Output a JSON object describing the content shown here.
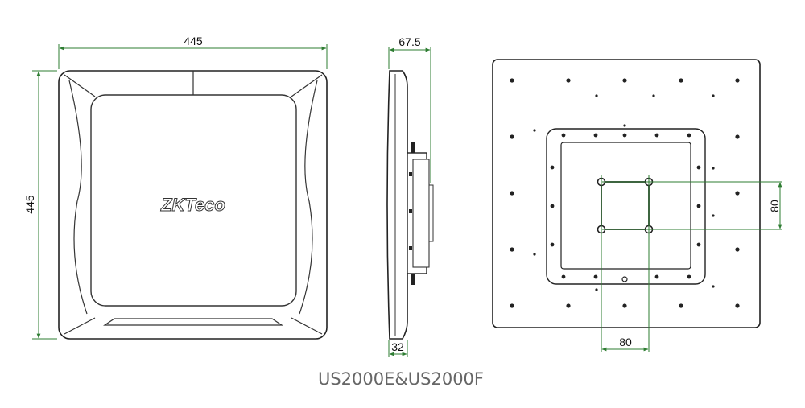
{
  "front_view": {
    "width_label": "445",
    "height_label": "445",
    "logo_text": "ZKTeco"
  },
  "side_view": {
    "depth_label": "67.5",
    "mount_label": "32"
  },
  "back_view": {
    "hole_spacing_h_label": "80",
    "hole_spacing_v_label": "80"
  },
  "caption": "US2000E&US2000F",
  "colors": {
    "dimension_line": "#2e7d32",
    "outline": "#222222",
    "caption_text": "#666666"
  }
}
